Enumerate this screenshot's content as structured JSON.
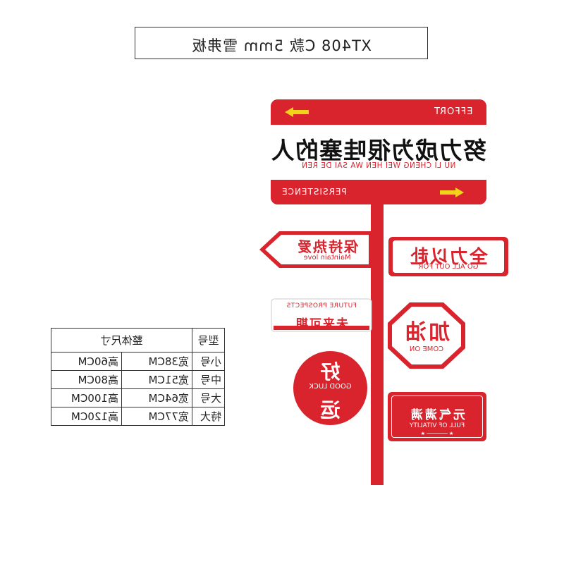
{
  "title": "XT408 C款 5mm 雪弗板",
  "size_table": {
    "headers": [
      "型号",
      "整体尺寸"
    ],
    "rows": [
      {
        "model": "小号",
        "width": "宽38CM",
        "height": "高60CM"
      },
      {
        "model": "中号",
        "width": "宽51CM",
        "height": "高80CM"
      },
      {
        "model": "大号",
        "width": "宽64CM",
        "height": "高100CM"
      },
      {
        "model": "特大",
        "width": "宽77CM",
        "height": "高120CM"
      }
    ]
  },
  "signs": {
    "main": {
      "top_label": "EFFORT",
      "chinese": "努力成为很哇塞的人",
      "pinyin": "NU LI CHENG WEI HEN WA SAI DE REN",
      "bottom_label": "PERSISTENCE"
    },
    "keep_love": {
      "chinese": "保持热爱",
      "english": "Maintain love"
    },
    "all_out": {
      "chinese": "全力以赴",
      "english": "GO ALL OUT FOR"
    },
    "future": {
      "english": "FUTURE PROSPECTS",
      "chinese": "未来可期"
    },
    "come_on": {
      "chinese": "加油",
      "english": "COME ON"
    },
    "good_luck": {
      "top_char": "好",
      "english": "GOOD LUCK",
      "bottom_char": "运"
    },
    "vitality": {
      "chinese": "元气满满",
      "english": "FULL OF VITALITY",
      "stars": "★ ─────── ★"
    }
  },
  "colors": {
    "sign_red": "#d9232d",
    "arrow_yellow": "#f2d31b"
  }
}
